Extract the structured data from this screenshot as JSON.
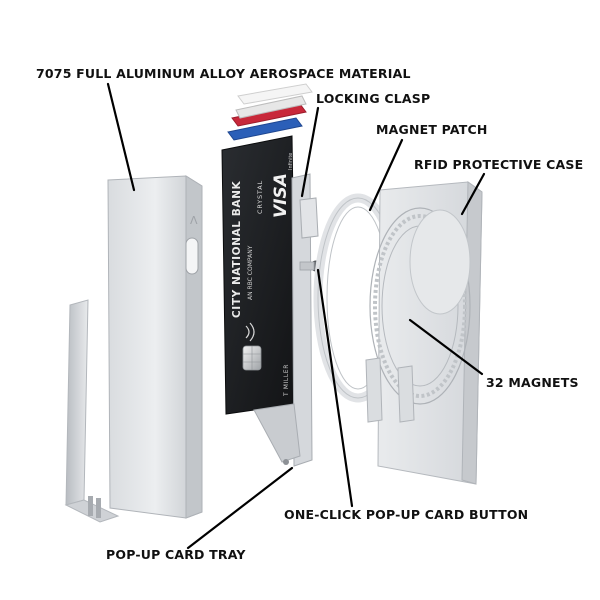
{
  "labels": {
    "material": "7075 FULL ALUMINUM ALLOY AEROSPACE MATERIAL",
    "locking_clasp": "LOCKING CLASP",
    "magnet_patch": "MAGNET PATCH",
    "rfid_case": "RFID PROTECTIVE CASE",
    "magnets": "32 MAGNETS",
    "popup_button": "ONE-CLICK POP-UP CARD BUTTON",
    "popup_tray": "POP-UP CARD TRAY"
  },
  "card": {
    "bank": "CITY NATIONAL BANK",
    "company": "AN RBC COMPANY",
    "tier": "CRYSTAL",
    "network": "VISA",
    "network_sub": "Infinite",
    "holder": "T MILLER"
  },
  "colors": {
    "text": "#111111",
    "aluminum_light": "#e4e6e8",
    "aluminum_mid": "#c9ccd0",
    "aluminum_dark": "#9fa3a8",
    "card_black": "#1b1d20",
    "card_red": "#c8283a",
    "card_blue": "#2b5fb8"
  }
}
